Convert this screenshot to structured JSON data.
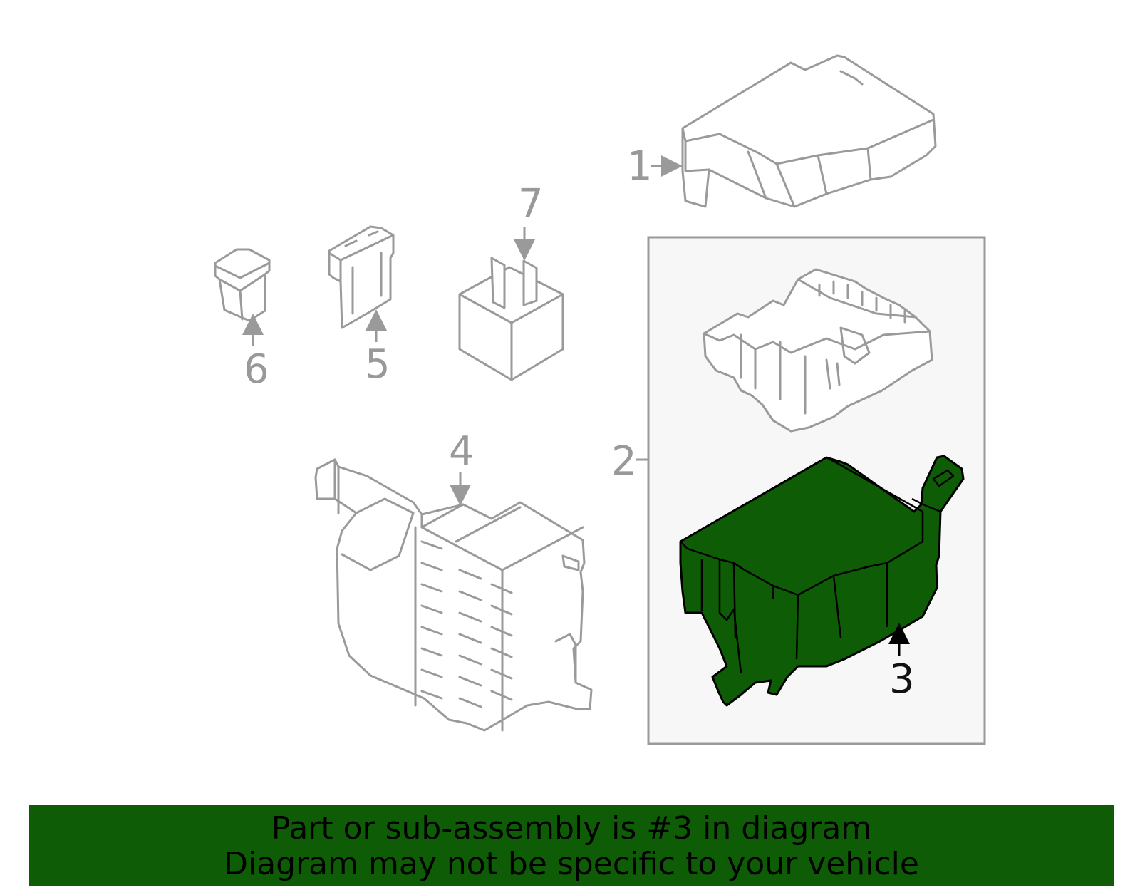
{
  "callouts": {
    "c1": "1",
    "c2": "2",
    "c3": "3",
    "c4": "4",
    "c5": "5",
    "c6": "6",
    "c7": "7"
  },
  "banner": {
    "line1": "Part or sub-assembly is #3 in diagram",
    "line2": "Diagram may not be specific to your vehicle"
  },
  "colors": {
    "highlight": "#0e5c05",
    "outline": "#9a9a9a",
    "panel_bg": "#f7f7f7"
  },
  "highlighted_part": "3"
}
